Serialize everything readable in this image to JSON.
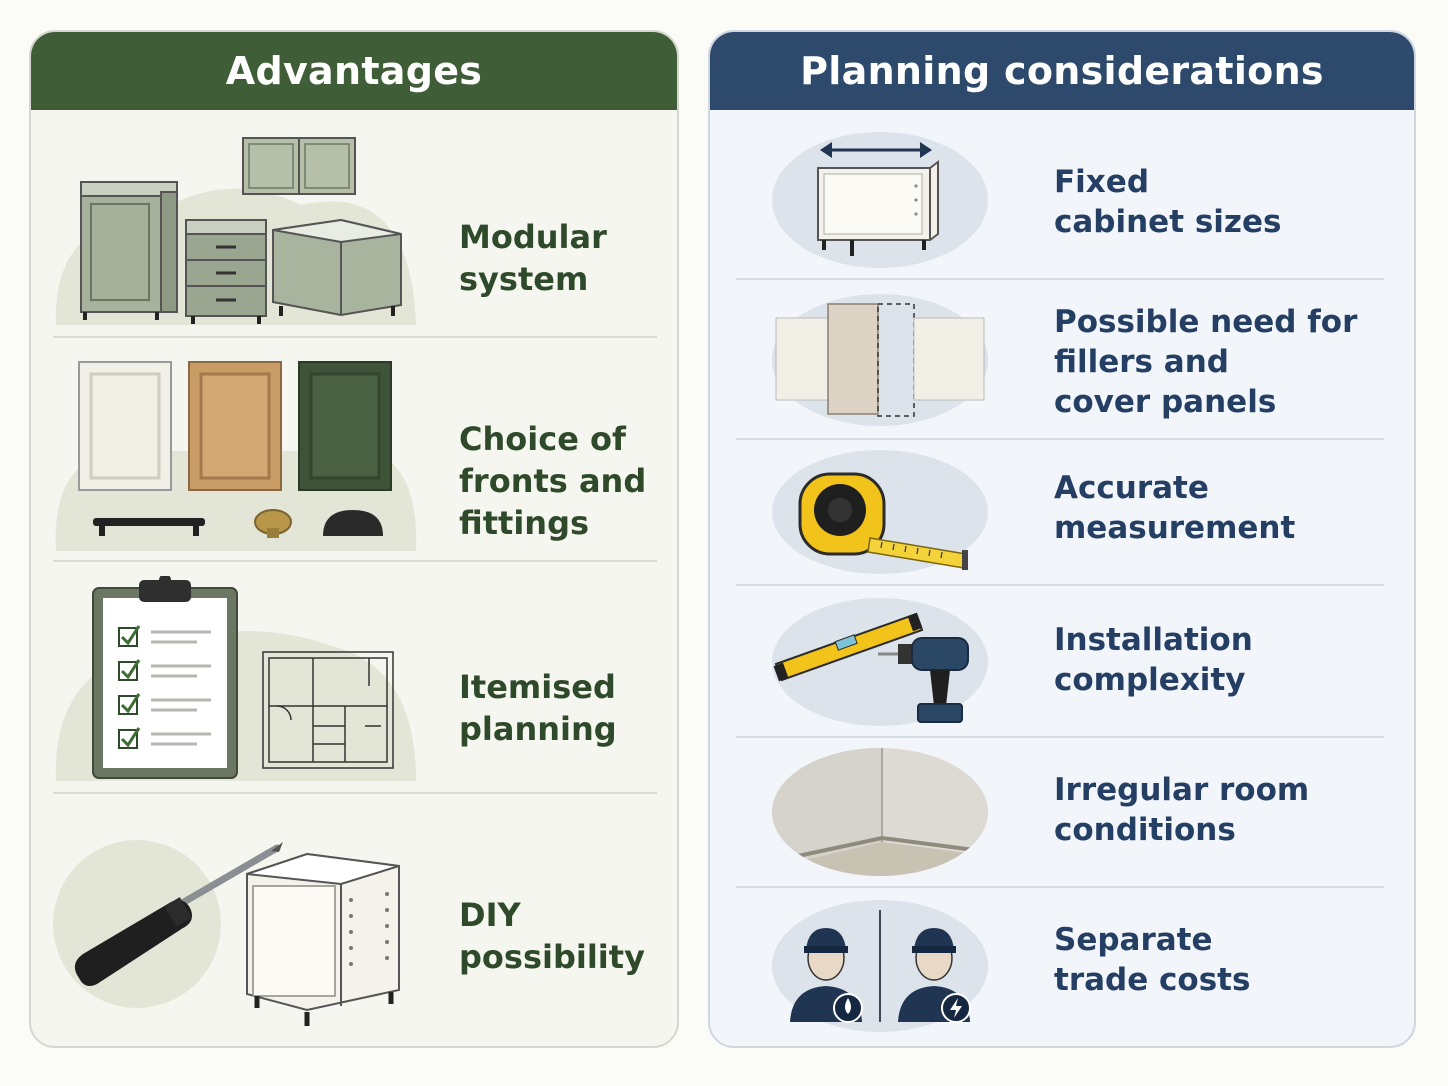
{
  "advantages": {
    "title": "Advantages",
    "items": [
      {
        "lines": [
          "Modular",
          "system"
        ],
        "icon": "modular-cabinets-icon"
      },
      {
        "lines": [
          "Choice of",
          "fronts and",
          "fittings"
        ],
        "icon": "cabinet-fronts-icon"
      },
      {
        "lines": [
          "Itemised",
          "planning"
        ],
        "icon": "clipboard-plan-icon"
      },
      {
        "lines": [
          "DIY",
          "possibility"
        ],
        "icon": "screwdriver-cabinet-icon"
      }
    ]
  },
  "planning": {
    "title": "Planning considerations",
    "items": [
      {
        "lines": [
          "Fixed",
          "cabinet sizes"
        ],
        "icon": "fixed-size-cabinet-icon"
      },
      {
        "lines": [
          "Possible need for",
          "fillers and",
          "cover panels"
        ],
        "icon": "filler-panel-icon"
      },
      {
        "lines": [
          "Accurate",
          "measurement"
        ],
        "icon": "tape-measure-icon"
      },
      {
        "lines": [
          "Installation",
          "complexity"
        ],
        "icon": "level-drill-icon"
      },
      {
        "lines": [
          "Irregular room",
          "conditions"
        ],
        "icon": "room-corner-icon"
      },
      {
        "lines": [
          "Separate",
          "trade costs"
        ],
        "icon": "tradespeople-icon"
      }
    ]
  },
  "colors": {
    "advantages_header": "#3f5d36",
    "planning_header": "#2d4a6c",
    "advantages_text": "#2f4a2a",
    "planning_text": "#243f63"
  }
}
